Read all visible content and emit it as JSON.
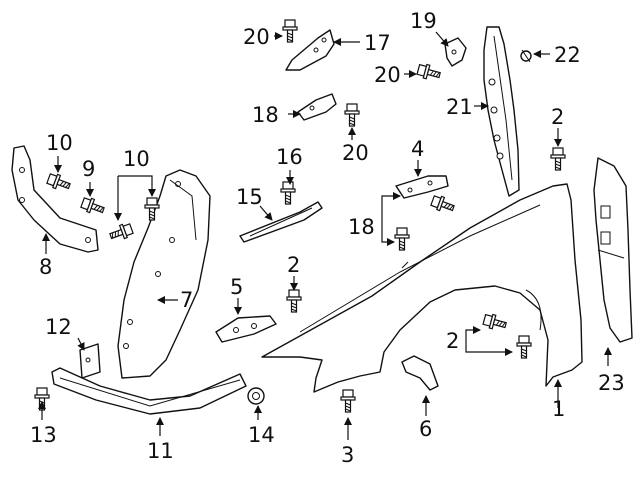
{
  "callouts": {
    "c1": "1",
    "c2a": "2",
    "c2b": "2",
    "c2c": "2",
    "c3": "3",
    "c4": "4",
    "c5": "5",
    "c6": "6",
    "c7": "7",
    "c8": "8",
    "c9": "9",
    "c10a": "10",
    "c10b": "10",
    "c11": "11",
    "c12": "12",
    "c13": "13",
    "c14": "14",
    "c15": "15",
    "c16": "16",
    "c17": "17",
    "c18a": "18",
    "c18b": "18",
    "c19": "19",
    "c20a": "20",
    "c20b": "20",
    "c20c": "20",
    "c21": "21",
    "c22": "22",
    "c23": "23"
  }
}
